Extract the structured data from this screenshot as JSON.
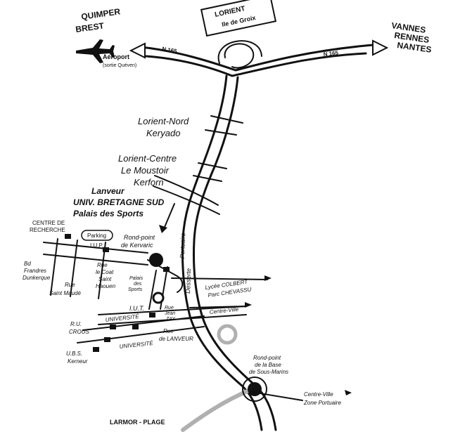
{
  "colors": {
    "ink": "#111111",
    "paper": "#ffffff",
    "faded": "#b0b0b0"
  },
  "signs": {
    "quimper_brest": [
      "QUIMPER",
      "BREST"
    ],
    "airport": {
      "name": "Aéroport",
      "note": "(sortie Quéven)",
      "icon": "airplane-icon"
    },
    "lorient": [
      "LORIENT",
      "Ile de Groix"
    ],
    "vannes": [
      "VANNES",
      "RENNES",
      "NANTES"
    ]
  },
  "road_numbers": {
    "left": "N 165",
    "right": "N 165"
  },
  "exits": {
    "nord": [
      "Lorient-Nord",
      "Keryado"
    ],
    "centre": [
      "Lorient-Centre",
      "Le Moustoir",
      "Kerforn"
    ],
    "lanveur": [
      "Lanveur",
      "UNIV. BRETAGNE SUD",
      "Palais des Sports"
    ]
  },
  "places": {
    "centre_recherche": [
      "CENTRE DE",
      "RECHERCHE"
    ],
    "parking": "Parking",
    "iup": "I.U.P.",
    "kervaric": [
      "Rond-point",
      "de Kervaric"
    ],
    "desserte": [
      "Desserte",
      "Portuaire"
    ],
    "bd": [
      "Bd",
      "Frandres",
      "Dunkerque"
    ],
    "coat": [
      "Rue",
      "le Coat",
      "Saint",
      "Haouen"
    ],
    "saint_maude": [
      "Rue",
      "Saint Maudé"
    ],
    "palais": [
      "Palais",
      "des",
      "Sports"
    ],
    "colbert": [
      "Lycée COLBERT",
      "Parc CHEVASSU"
    ],
    "iut": "I.U.T.",
    "jean_zay": [
      "Rue",
      "Jean",
      "ZAY"
    ],
    "centre_ville_1": "Centre-Ville",
    "universite_1": "UNIVERSITÉ",
    "crous": [
      "R.U.",
      "CROUS"
    ],
    "lanveur_rue": [
      "Rue",
      "de LANVEUR"
    ],
    "universite_2": "UNIVERSITÉ",
    "ubs": [
      "U.B.S.",
      "Kerneur"
    ],
    "base_sous_marins": [
      "Rond-point",
      "de la Base",
      "de Sous-Marins"
    ],
    "centre_ville_2": [
      "Centre-Ville",
      "Zone Portuaire"
    ],
    "larmor": "LARMOR - PLAGE"
  }
}
